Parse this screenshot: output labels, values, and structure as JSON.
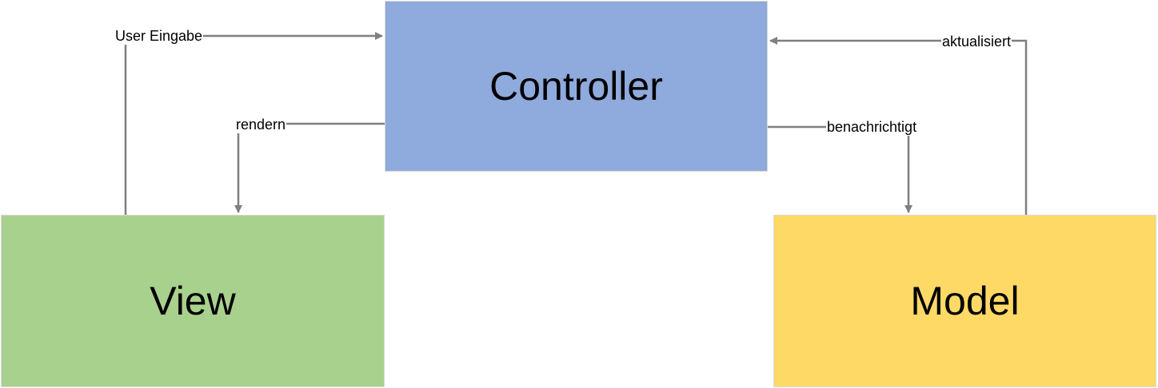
{
  "nodes": {
    "controller": {
      "label": "Controller",
      "color": "#8faadc"
    },
    "view": {
      "label": "View",
      "color": "#a9d18e"
    },
    "model": {
      "label": "Model",
      "color": "#ffd966"
    }
  },
  "edges": {
    "user_input": {
      "label": "User Eingabe",
      "from": "View",
      "to": "Controller"
    },
    "render": {
      "label": "rendern",
      "from": "Controller",
      "to": "View"
    },
    "notify": {
      "label": "benachrichtigt",
      "from": "Controller",
      "to": "Model"
    },
    "update": {
      "label": "aktualisiert",
      "from": "Model",
      "to": "Controller"
    }
  },
  "edge_color": "#7f7f7f"
}
